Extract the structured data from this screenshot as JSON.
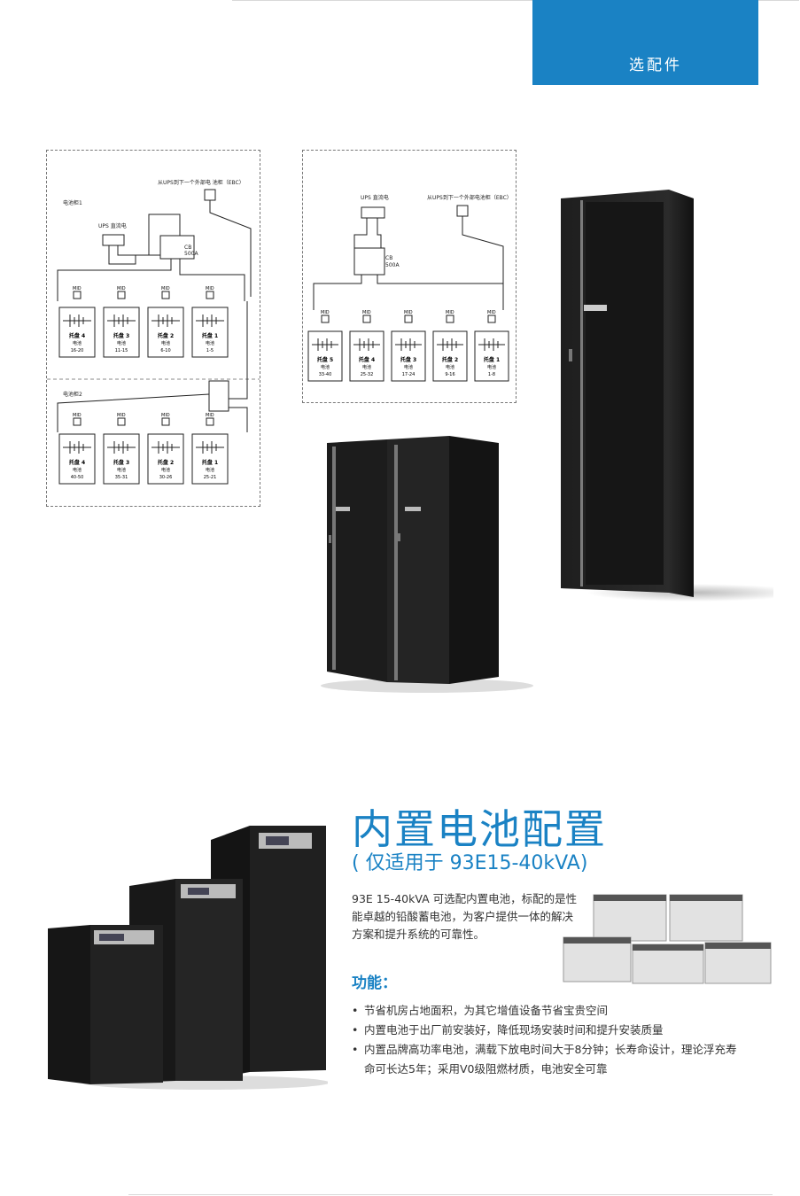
{
  "header": {
    "tab_label": "选配件"
  },
  "diagram_left": {
    "ebc_label": "从UPS到下一个外部电 池柜（EBC）",
    "cabinet1_label": "电池柜1",
    "cabinet2_label": "电池柜2",
    "ups_dc_label": "UPS 直流电",
    "cb_label": "CB",
    "cb_rating": "500A",
    "mid": "MID",
    "tray_word": "电池",
    "row1": [
      {
        "name": "托盘 4",
        "range": "16-20"
      },
      {
        "name": "托盘 3",
        "range": "11-15"
      },
      {
        "name": "托盘 2",
        "range": "6-10"
      },
      {
        "name": "托盘 1",
        "range": "1-5"
      }
    ],
    "row2": [
      {
        "name": "托盘 4",
        "range": "40-50"
      },
      {
        "name": "托盘 3",
        "range": "35-31"
      },
      {
        "name": "托盘 2",
        "range": "30-26"
      },
      {
        "name": "托盘 1",
        "range": "25-21"
      }
    ]
  },
  "diagram_right": {
    "ups_dc_label": "UPS 直流电",
    "ebc_label": "从UPS到下一个外部电池柜（EBC）",
    "cb_label": "CB",
    "cb_rating": "500A",
    "mid": "MID",
    "tray_word": "电池",
    "trays": [
      {
        "name": "托盘 5",
        "range": "33-40"
      },
      {
        "name": "托盘 4",
        "range": "25-32"
      },
      {
        "name": "托盘 3",
        "range": "17-24"
      },
      {
        "name": "托盘 2",
        "range": "9-16"
      },
      {
        "name": "托盘 1",
        "range": "1-8"
      }
    ]
  },
  "section": {
    "title": "内置电池配置",
    "subtitle": "( 仅适用于 93E15-40kVA)",
    "intro": "93E  15-40kVA  可选配内置电池，标配的是性能卓越的铅酸蓄电池，为客户提供一体的解决方案和提升系统的可靠性。",
    "features_heading": "功能：",
    "features": [
      "节省机房占地面积，为其它增值设备节省宝贵空间",
      "内置电池于出厂前安装好，降低现场安装时间和提升安装质量",
      "内置品牌高功率电池，满载下放电时间大于8分钟；长寿命设计，理论浮充寿命可长达5年；采用V0级阻燃材质，电池安全可靠"
    ]
  }
}
